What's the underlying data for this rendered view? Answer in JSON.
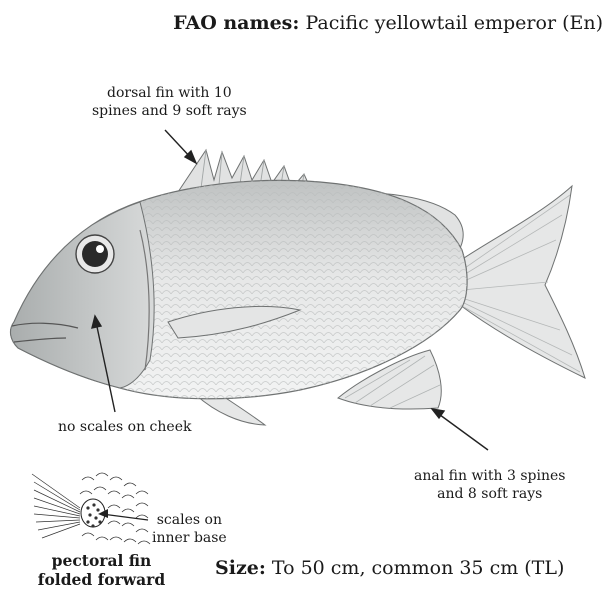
{
  "header": {
    "fao_label": "FAO names:",
    "fao_value": "Pacific yellowtail emperor (En)"
  },
  "annotations": {
    "dorsal_line1": "dorsal fin with 10",
    "dorsal_line2": "spines and 9 soft rays",
    "cheek": "no scales on cheek",
    "anal_line1": "anal fin with 3 spines",
    "anal_line2": "and 8 soft rays",
    "scales_line1": "scales on",
    "scales_line2": "inner base"
  },
  "inset": {
    "caption_line1": "pectoral fin",
    "caption_line2": "folded forward"
  },
  "footer": {
    "size_label": "Size:",
    "size_value": "To 50 cm, common 35 cm (TL)"
  },
  "colors": {
    "body": "#d4d6d6",
    "fin": "#e6e7e7",
    "outline": "#6f7272",
    "line": "#222222"
  }
}
